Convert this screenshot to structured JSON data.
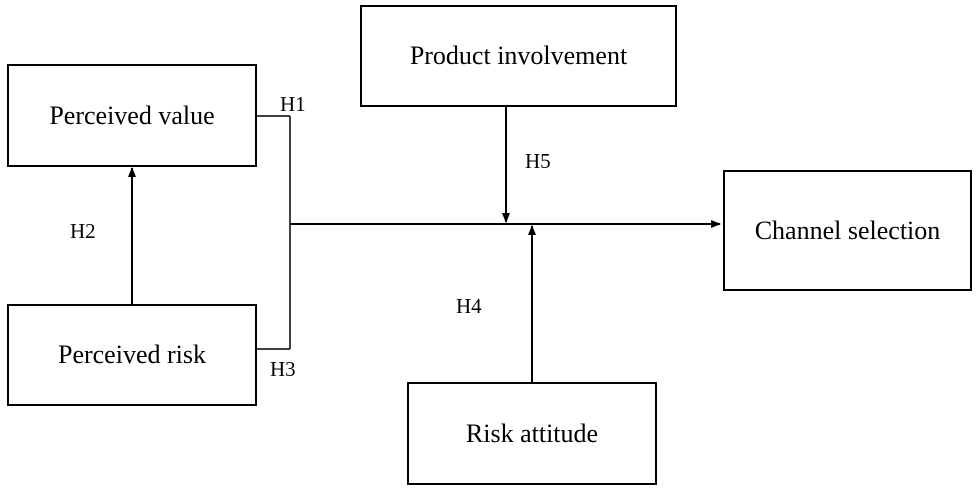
{
  "nodes": {
    "perceived_value": "Perceived value",
    "perceived_risk": "Perceived risk",
    "product_involvement": "Product involvement",
    "channel_selection": "Channel selection",
    "risk_attitude": "Risk attitude"
  },
  "hypotheses": {
    "h1": "H1",
    "h2": "H2",
    "h3": "H3",
    "h4": "H4",
    "h5": "H5"
  }
}
